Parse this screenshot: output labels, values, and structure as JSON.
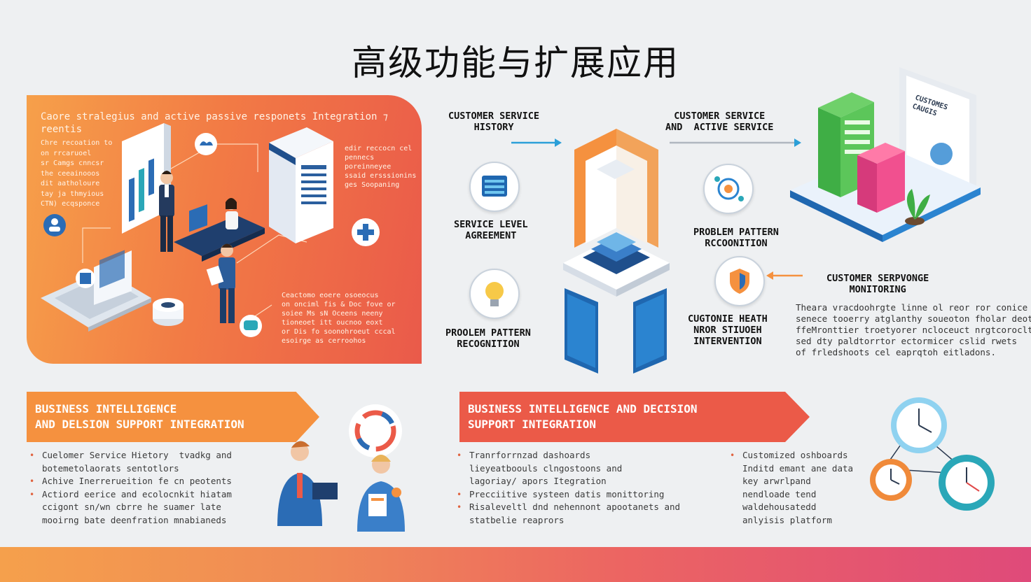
{
  "title": "高级功能与扩展应用",
  "orange_panel": {
    "heading": "Caore stralegius and active passive responets Integration ⁊\nreentis",
    "left_note": "Chre recoation to\non rrcaruoel\nsr Camgs cnncsr\nthe ceeainooos\ndit aatholoure\ntay ja thmyious\nCTN) ecqsponce",
    "right_note": "edir reccocn cel\npennecs\nporeinneyee\nssaid ersssionins\nges Soopaning",
    "bottom_note": "Ceactomo eoere osoeocus\non onciml fis & Doc fove or\nsoiee Ms sN Oceens neeny\ntioneoet itt oucnoo eoxt\nor Dis fo soonohroeut cccal\nesoirge as cerroohos"
  },
  "flow": {
    "customer_service_history": "CUSTOMER SERVICE\nHISTORY",
    "customer_active_service": "CUSTOMER SERVICE\nAND  ACTIVE SERVICE",
    "service_level_agreement": "SERVICE LEVEL\nAGREEMENT",
    "problem_pattern_left": "PROOLEM PATTERN\nRECOGNITION",
    "problem_pattern_right": "PROBLEM PATTERN\nRCCOONITION",
    "customer_health_intervention": "CUGTONIE HEATH\nNROR STIUOEH\nINTERVENTION",
    "customer_monitoring": "CUSTOMER SERPVONGE\nMONITORING",
    "monitoring_paragraph": "Theara vracdoohrgte linne ol reor ror conice\nsenece tooerry atglanthy soueoton fholar deot\nffeMronttier troetyorer ncloceuct nrgtcoroclts\nsed dty paldtorrtor ectormicer cslid rwets\nof frledshoots cel eaprqtoh eitladons.",
    "panel_label": "CUSTOMES\nCAUGIS"
  },
  "banner_left": {
    "heading": "BUSINESS INTELLIGENCE\nAND DELSION SUPPORT INTEGRATION",
    "bullets": [
      "Cuelomer Service Hietory  tvadkg and\nbotemetolaorats sentotlors",
      "Achive Inerrerueition fe cn peotents",
      "Actiord eerice and ecolocnkit hiatam\nccigont sn/wn cbrre he suamer late\nmooirng bate deenfration mnabianeds"
    ]
  },
  "banner_right": {
    "heading": "BUSINESS INTELLIGENCE AND DECISION\nSUPPORT INTEGRATION",
    "bullets": [
      "Tranrforrnzad dashoards\nlieyeatboouls clngostoons and\nlagoriay/ apors Itegration",
      "Precciitive systeen datis monittoring",
      "Risaleveltl dnd nehennont apootanets and\nstatbelie reaprors"
    ],
    "bullets_right": [
      "Customized oshboards\nInditd emant ane data\nkey arwrlpand\nnendloade tend\nwaldehousatedd\nanlyisis platform"
    ]
  },
  "colors": {
    "orange": "#f5913f",
    "coral": "#eb5a48",
    "blue": "#1f5fa8",
    "teal": "#2aa7b8"
  }
}
